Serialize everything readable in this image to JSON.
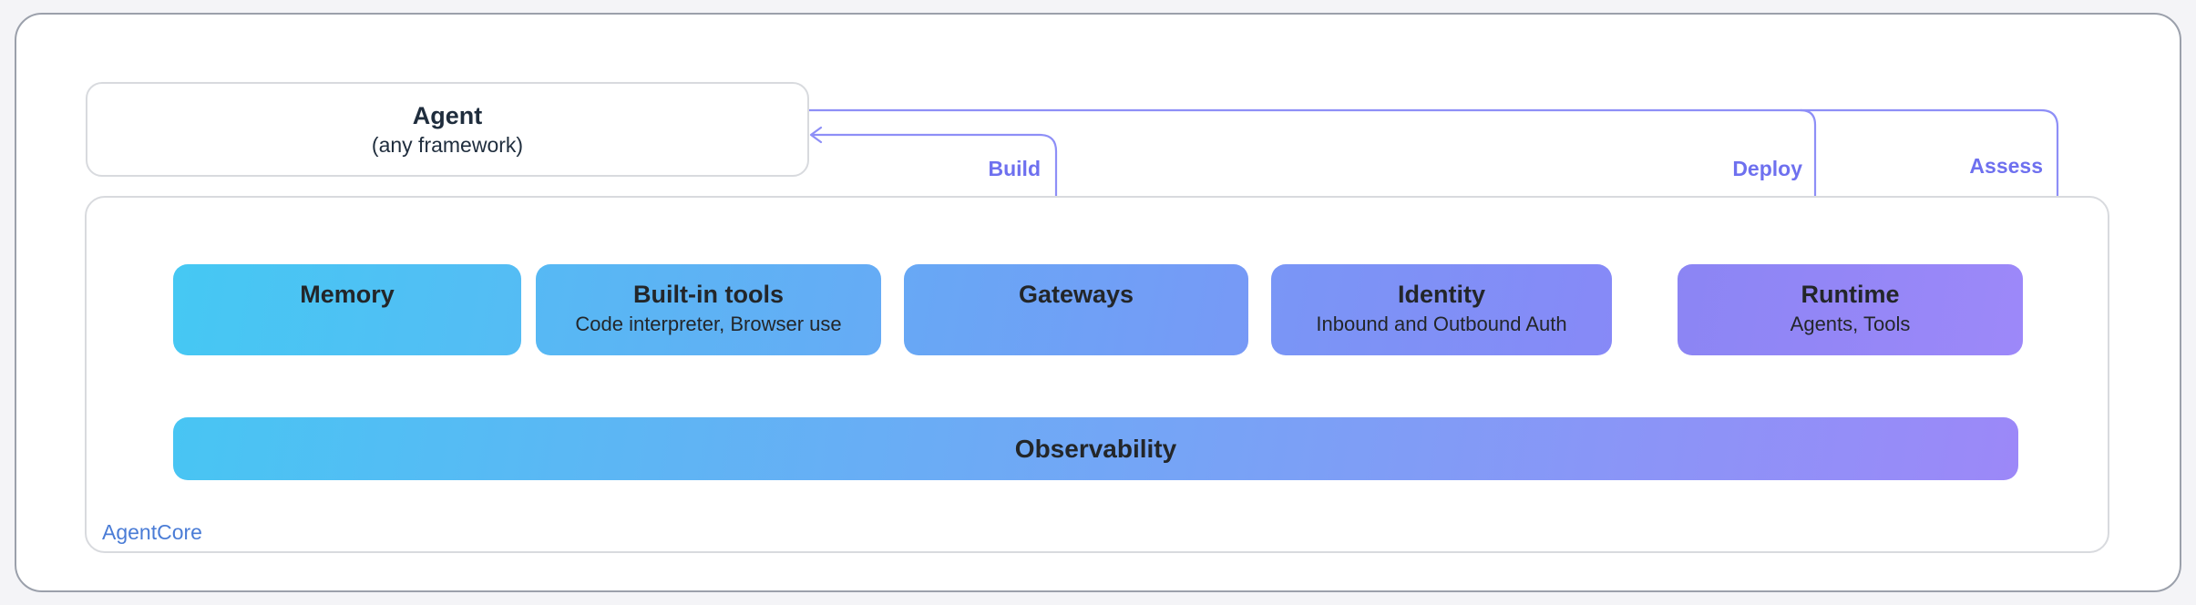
{
  "colors": {
    "arrow_line": "#8e8ff7",
    "flow_label": "#6e70ef",
    "agent_text": "#1f2d3d",
    "box_text": "#232629",
    "agentcore_label": "#4a7cd6"
  },
  "agent_box": {
    "title": "Agent",
    "subtitle": "(any framework)"
  },
  "container_label": "AgentCore",
  "flow_labels": {
    "build": "Build",
    "deploy": "Deploy",
    "assess": "Assess"
  },
  "services": [
    {
      "title": "Memory",
      "subtitle": "",
      "gradient": [
        "#45c8f3",
        "#55bcf4"
      ]
    },
    {
      "title": "Built-in tools",
      "subtitle": "Code interpreter, Browser use",
      "gradient": [
        "#56b9f4",
        "#66abf5"
      ]
    },
    {
      "title": "Gateways",
      "subtitle": "",
      "gradient": [
        "#67a8f5",
        "#7799f6"
      ]
    },
    {
      "title": "Identity",
      "subtitle": "Inbound and Outbound Auth",
      "gradient": [
        "#7996f6",
        "#8789f7"
      ]
    },
    {
      "title": "Runtime",
      "subtitle": "Agents, Tools",
      "gradient": [
        "#8b85f4",
        "#9d88f9"
      ]
    }
  ],
  "observability": {
    "title": "Observability",
    "gradient": [
      "#48c5f3",
      "#9c88f8"
    ]
  }
}
